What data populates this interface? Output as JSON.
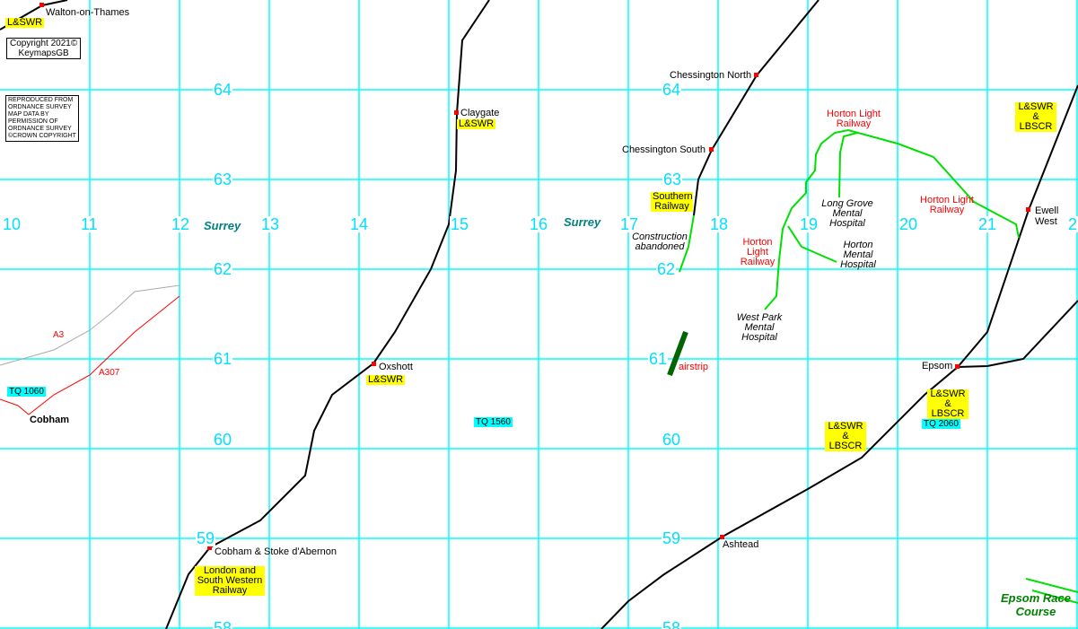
{
  "copyright": {
    "line1": "Copyright 2021©",
    "line2": "KeymapsGB"
  },
  "os_notice": "REPRODUCED FROM\nORDNANCE SURVEY\nMAP DATA BY\nPERMISSION OF\nORDNANCE SURVEY\n©CROWN COPYRIGHT",
  "eastings": [
    "10",
    "11",
    "12",
    "13",
    "14",
    "15",
    "16",
    "17",
    "18",
    "19",
    "20",
    "21",
    "2"
  ],
  "northings": [
    "64",
    "64",
    "63",
    "63",
    "62",
    "62",
    "61",
    "61",
    "60",
    "60",
    "59",
    "59",
    "58",
    "58"
  ],
  "stations": {
    "walton": "Walton-on-Thames",
    "claygate": "Claygate",
    "oxshott": "Oxshott",
    "cobham": "Cobham & Stoke d'Abernon",
    "chess_north": "Chessington North",
    "chess_south": "Chessington South",
    "ewell_west": "Ewell West",
    "epsom": "Epsom",
    "ashtead": "Ashtead"
  },
  "railways": {
    "lswr1": "L&SWR",
    "lswr2": "L&SWR",
    "lswr3": "L&SWR",
    "lswr_lbscr1": "L&SWR & LBSCR",
    "lswr_lbscr2": "L&SWR & LBSCR",
    "lswr_lbscr3": "L&SWR & LBSCR",
    "southern": "Southern Railway",
    "london_sw": "London and South Western Railway"
  },
  "horton": {
    "h1": "Horton Light Railway",
    "h2": "Horton Light Railway",
    "h3": "Horton Light Railway"
  },
  "hospitals": {
    "long_grove": "Long Grove Mental Hospital",
    "horton": "Horton Mental Hospital",
    "west_park": "West Park Mental Hospital"
  },
  "construction": "Construction abandoned",
  "places": {
    "surrey1": "Surrey",
    "surrey2": "Surrey",
    "cobham": "Cobham",
    "airstrip": "airstrip",
    "race": "Epsom Race Course"
  },
  "roads": {
    "a3": "A3",
    "a307": "A307"
  },
  "tq": {
    "t1060": "TQ 1060",
    "t1560": "TQ 1560",
    "t2060": "TQ 2060"
  }
}
